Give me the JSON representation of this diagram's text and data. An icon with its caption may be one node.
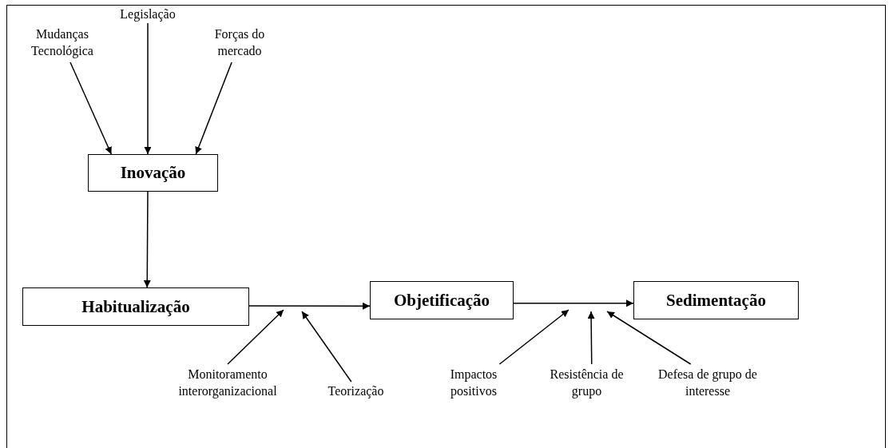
{
  "diagram": {
    "nodes": [
      {
        "text": [
          "Mudanças Tecnológica"
        ]
      },
      {
        "text": [
          "Legislação"
        ]
      },
      {
        "text": [
          "Forças do mercado"
        ]
      },
      {
        "text": [
          "Inovação"
        ]
      },
      {
        "text": [
          "Habitualização"
        ]
      },
      {
        "text": [
          "Objetificação"
        ]
      },
      {
        "text": [
          "Sedimentação"
        ]
      },
      {
        "text": [
          "Monitoramento interorganizacional"
        ]
      },
      {
        "text": [
          "Teorização"
        ]
      },
      {
        "text": [
          "Impactos positivos"
        ]
      },
      {
        "text": [
          "Resistência de grupo"
        ]
      },
      {
        "text": [
          "Defesa de grupo de interesse"
        ]
      }
    ],
    "edges": [
      {
        "from": 0,
        "to": 3,
        "arrow": "to"
      },
      {
        "from": 1,
        "to": 3,
        "arrow": "to"
      },
      {
        "from": 2,
        "to": 3,
        "arrow": "to"
      },
      {
        "from": 3,
        "to": 4,
        "arrow": "to"
      },
      {
        "from": 4,
        "to": 5,
        "arrow": "to"
      },
      {
        "from": 5,
        "to": 6,
        "arrow": "to"
      },
      {
        "from": 7,
        "to": null,
        "arrow": "to"
      },
      {
        "from": 8,
        "to": null,
        "arrow": "to"
      },
      {
        "from": 9,
        "to": null,
        "arrow": "to"
      },
      {
        "from": 10,
        "to": null,
        "arrow": "to"
      },
      {
        "from": 11,
        "to": null,
        "arrow": "to"
      }
    ]
  }
}
